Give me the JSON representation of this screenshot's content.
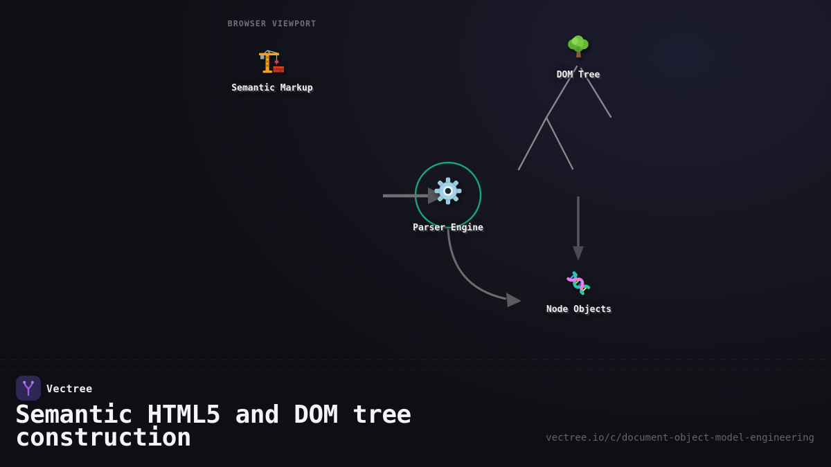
{
  "viewport_label": "BROWSER VIEWPORT",
  "diagram": {
    "nodes": [
      {
        "id": "semantic-markup",
        "label": "Semantic Markup",
        "icon": "crane-icon"
      },
      {
        "id": "dom-tree",
        "label": "DOM Tree",
        "icon": "tree-icon"
      },
      {
        "id": "parser-engine",
        "label": "Parser Engine",
        "icon": "gear-icon"
      },
      {
        "id": "node-objects",
        "label": "Node Objects",
        "icon": "dna-icon"
      }
    ],
    "connectors": [
      {
        "from": "left-edge",
        "to": "parser-engine",
        "style": "straight-arrow"
      },
      {
        "from": "parser-engine",
        "to": "node-objects",
        "style": "curved-arrow"
      },
      {
        "from": "dom-tree",
        "to": "node-objects",
        "style": "straight-arrow"
      },
      {
        "from": "dom-tree",
        "to": "branches",
        "style": "tree-branch-lines"
      }
    ],
    "colors": {
      "parser_ring": "#18a578",
      "connector_gray": "#6f6f73",
      "branch_gray": "#87878d"
    }
  },
  "footer": {
    "brand": "Vectree",
    "title": "Semantic HTML5 and DOM tree construction",
    "url": "vectree.io/c/document-object-model-engineering",
    "logo_icon": "branch-icon",
    "accent": "#a35fe8"
  }
}
